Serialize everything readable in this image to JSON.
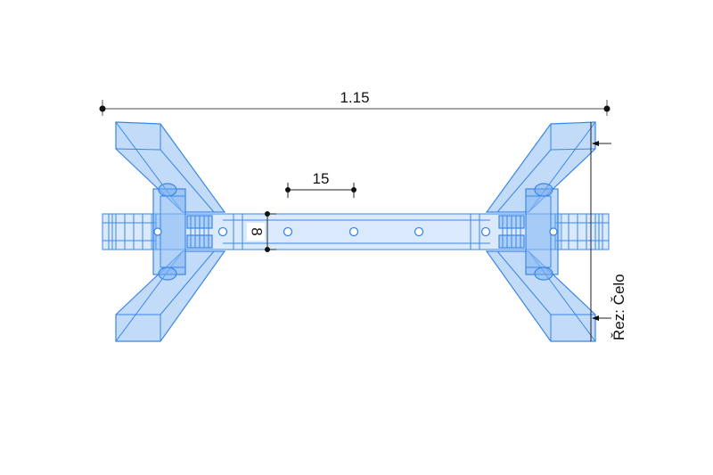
{
  "dimensions": {
    "overall_width": "1.15",
    "hole_spacing": "15",
    "beam_height": "8"
  },
  "section": {
    "label": "Řez: Čelo"
  },
  "colors": {
    "part_fill": "#78aff0",
    "part_stroke": "#3a86e8",
    "dimension": "#111111"
  }
}
